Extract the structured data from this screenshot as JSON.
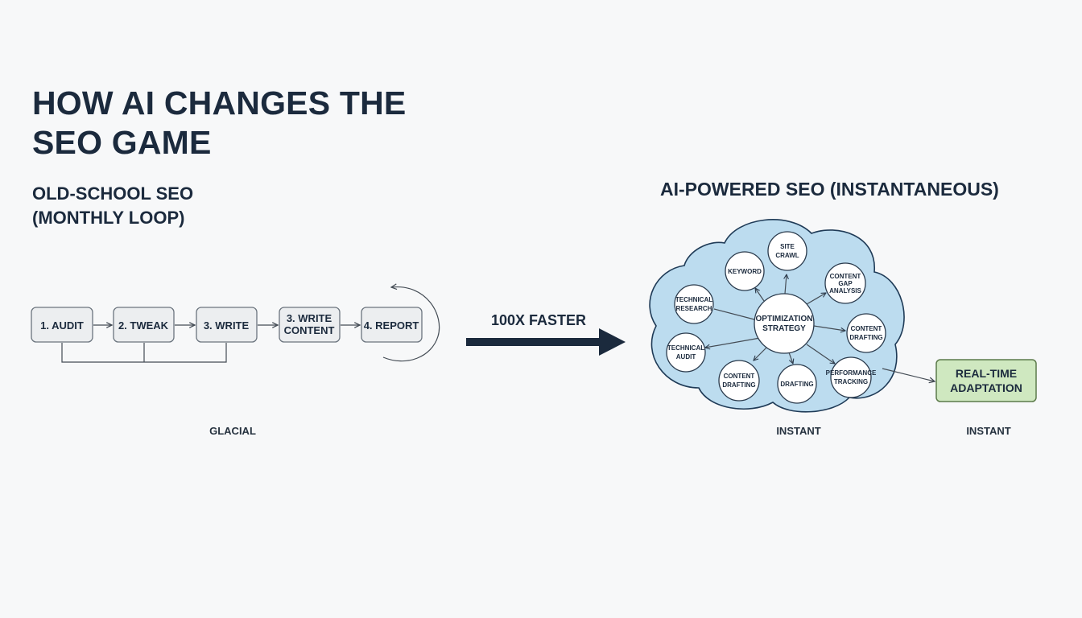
{
  "title": {
    "line1": "HOW AI CHANGES THE",
    "line2": "SEO GAME"
  },
  "old_school": {
    "heading_line1": "OLD-SCHOOL SEO",
    "heading_line2": "(MONTHLY LOOP)",
    "steps": [
      {
        "lines": [
          "1. AUDIT"
        ]
      },
      {
        "lines": [
          "2. TWEAK"
        ]
      },
      {
        "lines": [
          "3. WRITE"
        ]
      },
      {
        "lines": [
          "3. WRITE",
          "CONTENT"
        ]
      },
      {
        "lines": [
          "4. REPORT"
        ]
      }
    ],
    "caption": "GLACIAL"
  },
  "transition": {
    "label": "100X FASTER"
  },
  "ai_powered": {
    "heading": "AI-POWERED SEO (INSTANTANEOUS)",
    "center": {
      "lines": [
        "OPTIMIZATION",
        "STRATEGY"
      ]
    },
    "nodes": [
      {
        "id": "site-crawl",
        "lines": [
          "SITE",
          "CRAWL"
        ]
      },
      {
        "id": "keyword",
        "lines": [
          "KEYWORD"
        ]
      },
      {
        "id": "content-gap-analysis",
        "lines": [
          "CONTENT",
          "GAP",
          "ANALYSIS"
        ]
      },
      {
        "id": "technical-research",
        "lines": [
          "TECHNICAL",
          "RESEARCH"
        ]
      },
      {
        "id": "content-drafting-right",
        "lines": [
          "CONTENT",
          "DRAFTING"
        ]
      },
      {
        "id": "technical-audit",
        "lines": [
          "TECHNICAL",
          "AUDIT"
        ]
      },
      {
        "id": "content-drafting-bottom",
        "lines": [
          "CONTENT",
          "DRAFTING"
        ]
      },
      {
        "id": "drafting",
        "lines": [
          "DRAFTING"
        ]
      },
      {
        "id": "performance-tracking",
        "lines": [
          "PERFORMANCE",
          "TRACKING"
        ]
      }
    ],
    "caption": "INSTANT",
    "adaptation": {
      "lines": [
        "REAL-TIME",
        "ADAPTATION"
      ],
      "caption": "INSTANT"
    }
  },
  "colors": {
    "background": "#f7f8f9",
    "text": "#1b2a3d",
    "cloud_fill": "#bcdcef",
    "adaptation_fill": "#cfe8c0",
    "step_fill": "#eceef0"
  }
}
